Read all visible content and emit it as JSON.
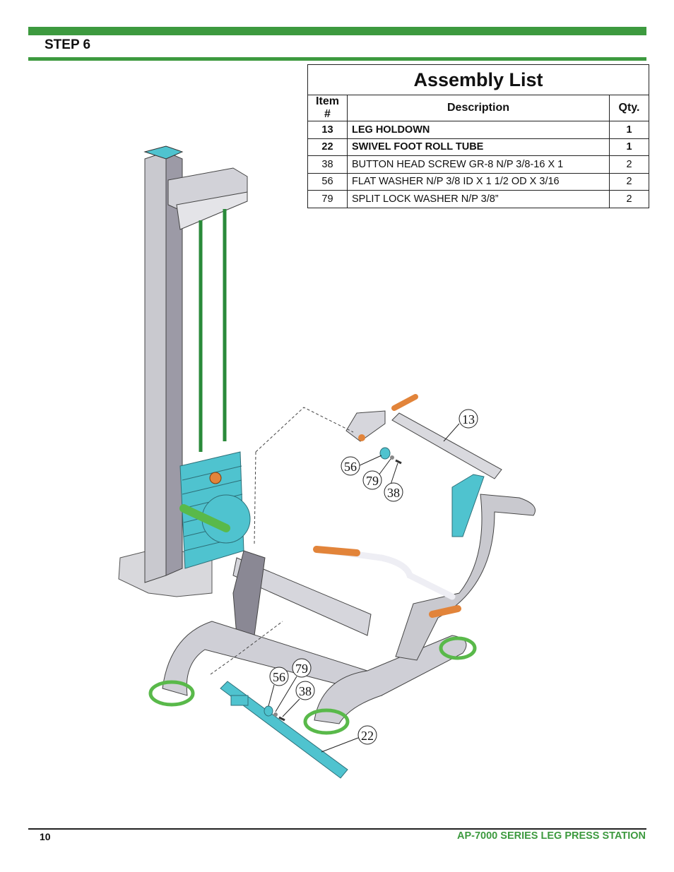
{
  "header": {
    "step": "STEP 6"
  },
  "assembly_list": {
    "title": "Assembly List",
    "columns": [
      "Item #",
      "Description",
      "Qty."
    ],
    "rows": [
      {
        "item": "13",
        "description": "LEG HOLDOWN",
        "qty": "1",
        "bold": true
      },
      {
        "item": "22",
        "description": "SWIVEL FOOT ROLL TUBE",
        "qty": "1",
        "bold": true
      },
      {
        "item": "38",
        "description": "BUTTON HEAD SCREW GR-8 N/P 3/8-16 X 1",
        "qty": "2",
        "bold": false
      },
      {
        "item": "56",
        "description": "FLAT WASHER N/P 3/8 ID X 1 1/2 OD X 3/16",
        "qty": "2",
        "bold": false
      },
      {
        "item": "79",
        "description": "SPLIT LOCK WASHER N/P 3/8”",
        "qty": "2",
        "bold": false
      }
    ]
  },
  "callouts": {
    "upper": [
      "13",
      "56",
      "79",
      "38"
    ],
    "lower": [
      "56",
      "79",
      "38",
      "22"
    ]
  },
  "footer": {
    "page": "10",
    "title": "AP-7000 SERIES LEG PRESS STATION"
  },
  "colors": {
    "accent_green": "#3d9a3f",
    "frame_grey": "#c9c9cf",
    "part_teal": "#4fc3cf",
    "pad_orange": "#e2843a"
  }
}
